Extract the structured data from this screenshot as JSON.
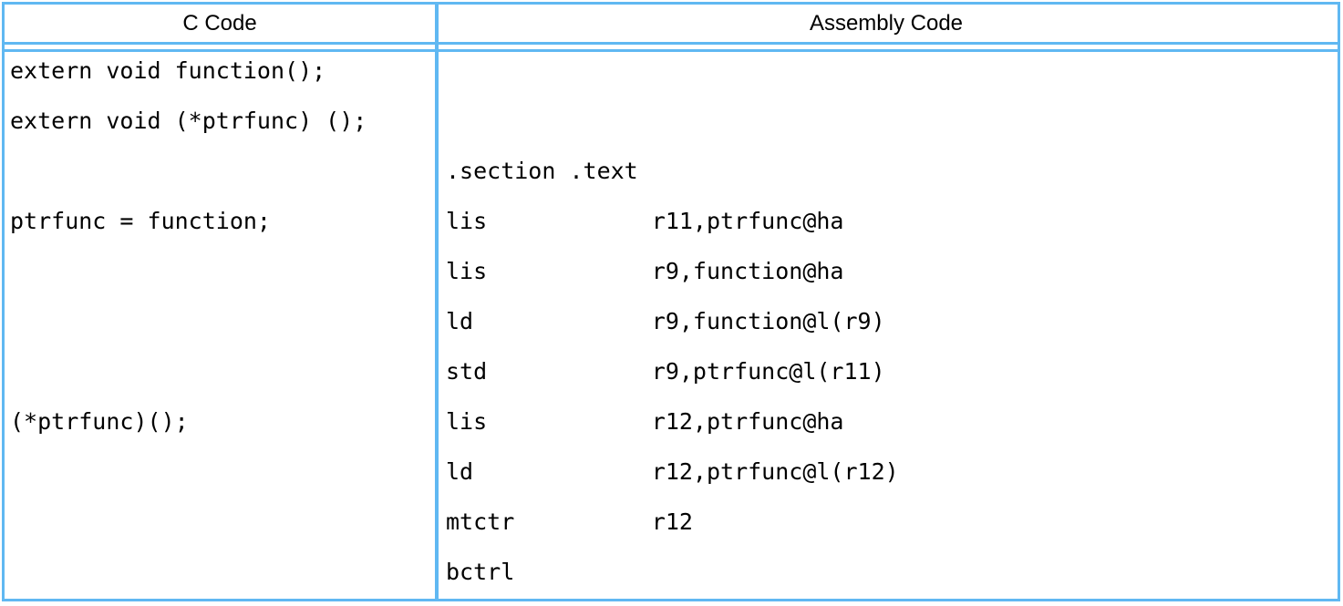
{
  "table": {
    "headers": {
      "c": "C Code",
      "assembly": "Assembly Code"
    },
    "c_code": {
      "lines": [
        "extern void function();",
        "extern void (*ptrfunc) ();",
        "",
        "ptrfunc = function;",
        "",
        "",
        "",
        "(*ptrfunc)();",
        "",
        "",
        ""
      ]
    },
    "assembly_code": {
      "lines": [
        "",
        "",
        ".section .text",
        "lis            r11,ptrfunc@ha",
        "lis            r9,function@ha",
        "ld             r9,function@l(r9)",
        "std            r9,ptrfunc@l(r11)",
        "lis            r12,ptrfunc@ha",
        "ld             r12,ptrfunc@l(r12)",
        "mtctr          r12",
        "bctrl"
      ]
    }
  },
  "colors": {
    "border": "#60B8F2",
    "text": "#000000",
    "background": "#FFFFFF"
  }
}
